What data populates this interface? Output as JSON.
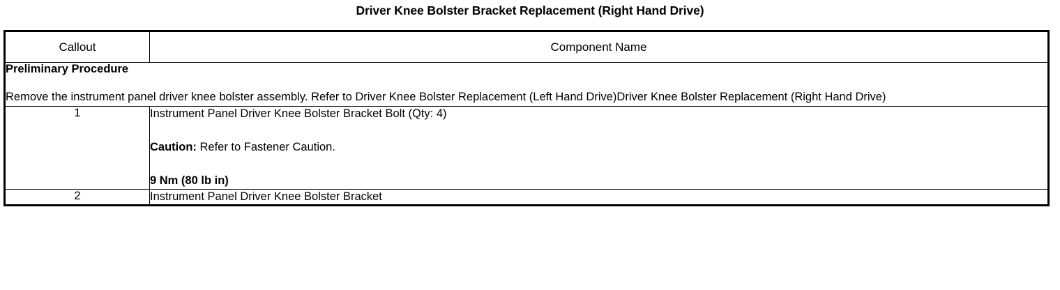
{
  "document": {
    "title": "Driver Knee Bolster Bracket Replacement (Right Hand Drive)"
  },
  "table": {
    "headers": {
      "callout": "Callout",
      "component_name": "Component Name"
    },
    "preliminary": {
      "heading": "Preliminary Procedure",
      "body": "Remove the instrument panel driver knee bolster assembly. Refer to Driver Knee Bolster Replacement (Left Hand Drive)Driver Knee Bolster Replacement (Right Hand Drive)"
    },
    "rows": [
      {
        "callout": "1",
        "component": "Instrument Panel Driver Knee Bolster Bracket Bolt (Qty: 4)",
        "caution_label": "Caution:",
        "caution_text": " Refer to Fastener Caution.",
        "torque": "9 Nm (80 lb in)"
      },
      {
        "callout": "2",
        "component": "Instrument Panel Driver Knee Bolster Bracket"
      }
    ]
  }
}
